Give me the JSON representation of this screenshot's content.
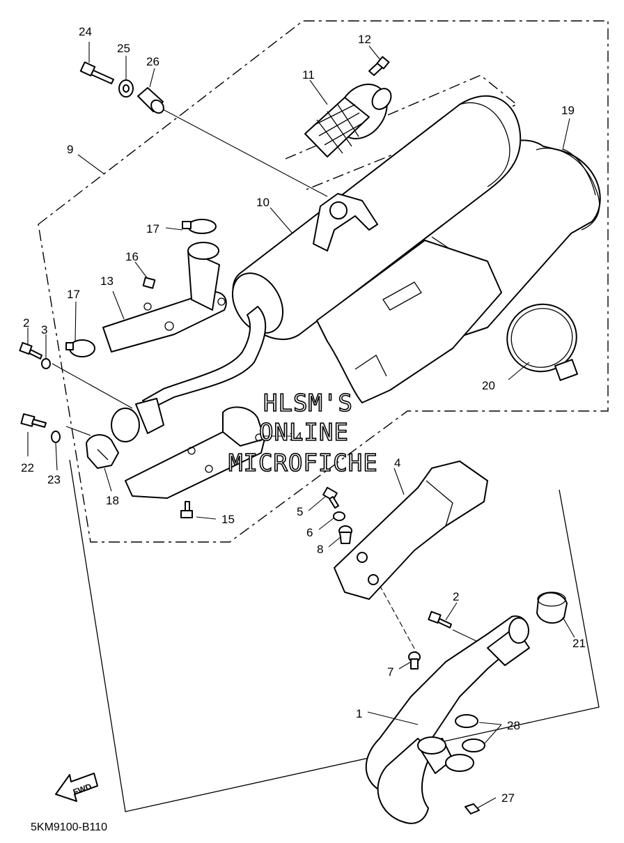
{
  "diagram_code": "5KM9100-B110",
  "watermark": [
    "HLSM'S",
    "ONLINE",
    "MICROFICHE"
  ],
  "fwd_label": "FWD",
  "callouts": {
    "c1": "1",
    "c2a": "2",
    "c2b": "2",
    "c3": "3",
    "c4": "4",
    "c5": "5",
    "c6": "6",
    "c7": "7",
    "c8": "8",
    "c9": "9",
    "c10": "10",
    "c11": "11",
    "c12": "12",
    "c13": "13",
    "c14": "14",
    "c15": "15",
    "c16": "16",
    "c17a": "17",
    "c17b": "17",
    "c18": "18",
    "c19": "19",
    "c20": "20",
    "c21": "21",
    "c22": "22",
    "c23": "23",
    "c24": "24",
    "c25": "25",
    "c26": "26",
    "c27": "27",
    "c28": "28"
  }
}
